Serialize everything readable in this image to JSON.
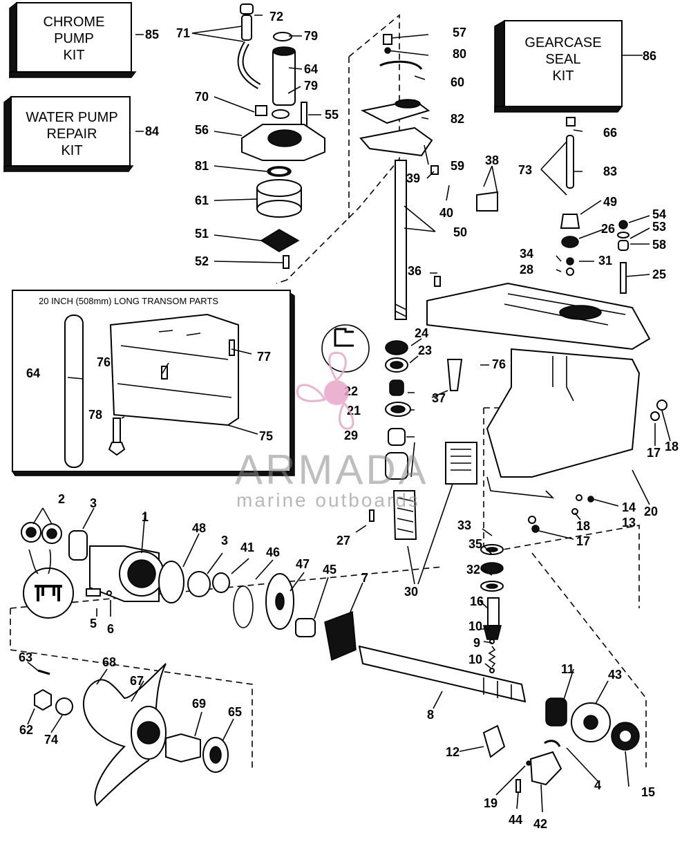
{
  "kits": {
    "chrome_pump": [
      "CHROME",
      "PUMP",
      "KIT"
    ],
    "water_pump": [
      "WATER PUMP",
      "REPAIR",
      "KIT"
    ],
    "gearcase_seal": [
      "GEARCASE",
      "SEAL",
      "KIT"
    ]
  },
  "inset_title": "20 INCH (508mm) LONG TRANSOM PARTS",
  "watermark": {
    "brand": "ARMADA",
    "tagline": "marine outboards",
    "accent": "#e8a6c8"
  },
  "callouts": {
    "c85": "85",
    "c84": "84",
    "c86": "86",
    "c72": "72",
    "c71": "71",
    "c79a": "79",
    "c64a": "64",
    "c79b": "79",
    "c70": "70",
    "c55": "55",
    "c56": "56",
    "c81": "81",
    "c61": "61",
    "c51": "51",
    "c52": "52",
    "c57": "57",
    "c80": "80",
    "c60": "60",
    "c82": "82",
    "c59": "59",
    "c39": "39",
    "c40": "40",
    "c38": "38",
    "c50": "50",
    "c36": "36",
    "c66": "66",
    "c73": "73",
    "c83": "83",
    "c49": "49",
    "c54": "54",
    "c26": "26",
    "c53": "53",
    "c34": "34",
    "c31": "31",
    "c58": "58",
    "c28": "28",
    "c25": "25",
    "c24": "24",
    "c23": "23",
    "c76a": "76",
    "c22": "22",
    "c37": "37",
    "c21": "21",
    "c29": "29",
    "c17a": "17",
    "c18a": "18",
    "c64b": "64",
    "c76b": "76",
    "c77": "77",
    "c78": "78",
    "c75": "75",
    "c14": "14",
    "c20": "20",
    "c18b": "18",
    "c13": "13",
    "c17b": "17",
    "c27": "27",
    "c33": "33",
    "c35": "35",
    "c32": "32",
    "c30": "30",
    "c16": "16",
    "c10a": "10",
    "c9": "9",
    "c10b": "10",
    "c2": "2",
    "c3a": "3",
    "c1": "1",
    "c48": "48",
    "c3b": "3",
    "c41": "41",
    "c46": "46",
    "c47": "47",
    "c45": "45",
    "c7": "7",
    "c5": "5",
    "c6": "6",
    "c63": "63",
    "c68": "68",
    "c67": "67",
    "c69": "69",
    "c65": "65",
    "c62": "62",
    "c74": "74",
    "c8": "8",
    "c11": "11",
    "c43": "43",
    "c12": "12",
    "c4": "4",
    "c15": "15",
    "c19": "19",
    "c44": "44",
    "c42": "42"
  }
}
